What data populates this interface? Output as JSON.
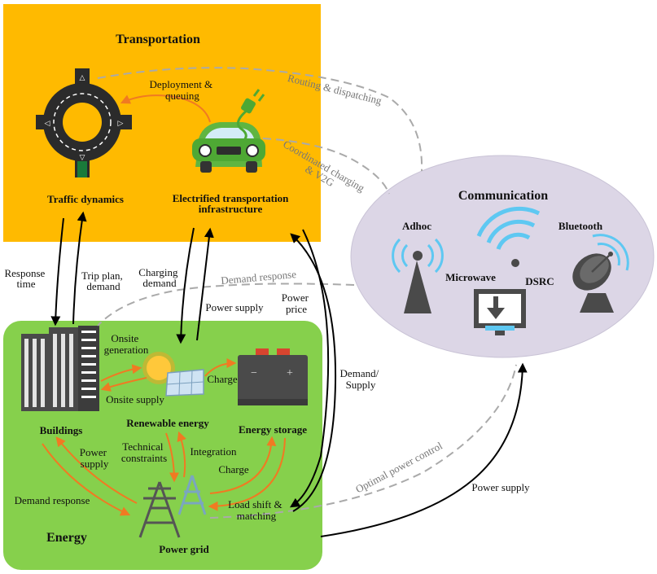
{
  "sections": {
    "transportation": "Transportation",
    "communication": "Communication",
    "energy": "Energy"
  },
  "nodes": {
    "traffic_dynamics": "Traffic dynamics",
    "ev_infra_line1": "Electrified transportation",
    "ev_infra_line2": "infrastructure",
    "adhoc": "Adhoc",
    "microwave": "Microwave",
    "dsrc": "DSRC",
    "bluetooth": "Bluetooth",
    "buildings": "Buildings",
    "renewable_energy": "Renewable energy",
    "energy_storage": "Energy storage",
    "power_grid": "Power grid"
  },
  "edge_labels": {
    "deployment_queuing": [
      "Deployment &",
      "queuing"
    ],
    "routing_dispatching": "Routing & dispatching",
    "coordinated_charging": [
      "Coordinated charging",
      "& V2G"
    ],
    "response_time": [
      "Response",
      "time"
    ],
    "trip_plan_demand": [
      "Trip plan,",
      "demand"
    ],
    "charging_demand": [
      "Charging",
      "demand"
    ],
    "demand_response_top": "Demand response",
    "power_supply_ev": "Power supply",
    "power_price": [
      "Power",
      "price"
    ],
    "demand_supply": [
      "Demand/",
      "Supply"
    ],
    "onsite_generation": [
      "Onsite",
      "generation"
    ],
    "onsite_supply": "Onsite supply",
    "charge_top": "Charge",
    "power_supply_bldg": [
      "Power",
      "supply"
    ],
    "technical_constraints": [
      "Technical",
      "constraints"
    ],
    "integration": "Integration",
    "charge_bottom": "Charge",
    "demand_response_bottom": "Demand response",
    "load_shift_matching": [
      "Load shift &",
      "matching"
    ],
    "optimal_power_control": "Optimal power control",
    "power_supply_comm": "Power supply"
  },
  "colors": {
    "transportation_bg": "#ffba00",
    "communication_bg": "#dcd6e6",
    "energy_bg": "#86d04c",
    "arrow_black": "#000000",
    "arrow_orange": "#f07a22",
    "dashed_gray": "#aaaaaa",
    "signal_blue": "#5ec8f2"
  },
  "icons": [
    "roundabout-icon",
    "electric-car-icon",
    "ev-plug-icon",
    "adhoc-antenna-icon",
    "wifi-icon",
    "computer-monitor-icon",
    "satellite-dish-icon",
    "buildings-icon",
    "sun-icon",
    "solar-panel-icon",
    "battery-icon",
    "power-tower-icon"
  ]
}
